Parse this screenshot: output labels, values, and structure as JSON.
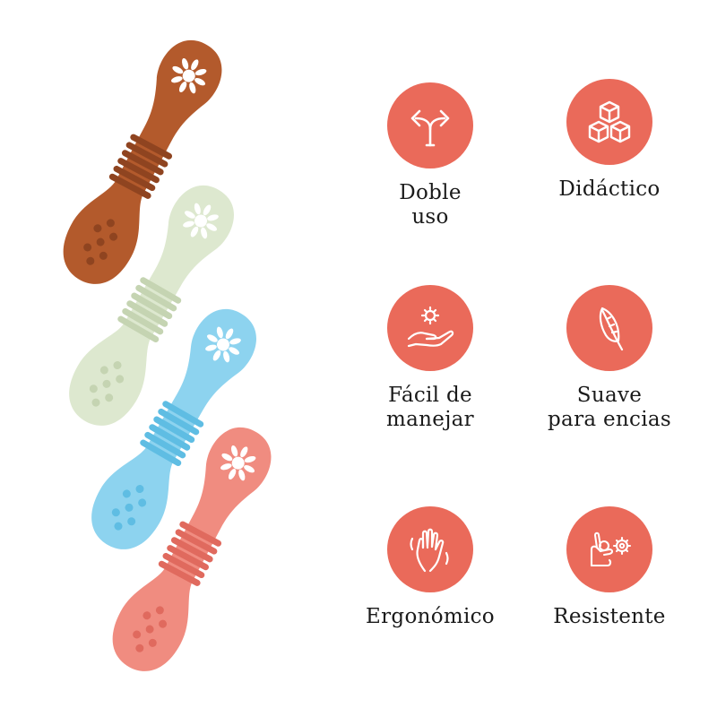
{
  "accent_color": "#ea6a5a",
  "products": [
    {
      "name": "spoon-brown",
      "color": "#b35a2c",
      "dark": "#8f4420"
    },
    {
      "name": "spoon-sage",
      "color": "#dde8cf",
      "dark": "#c5d4b2"
    },
    {
      "name": "spoon-blue",
      "color": "#8dd3ef",
      "dark": "#5fbde3"
    },
    {
      "name": "spoon-coral",
      "color": "#f08c80",
      "dark": "#e06a5e"
    }
  ],
  "features": [
    {
      "icon": "split-arrows-icon",
      "line1": "Doble",
      "line2": "uso"
    },
    {
      "icon": "cubes-icon",
      "line1": "Didáctico",
      "line2": ""
    },
    {
      "icon": "hand-gear-icon",
      "line1": "Fácil de",
      "line2": "manejar"
    },
    {
      "icon": "feather-icon",
      "line1": "Suave",
      "line2": "para encias"
    },
    {
      "icon": "waving-hand-icon",
      "line1": "Ergonómico",
      "line2": ""
    },
    {
      "icon": "ok-hand-gears-icon",
      "line1": "Resistente",
      "line2": ""
    }
  ]
}
